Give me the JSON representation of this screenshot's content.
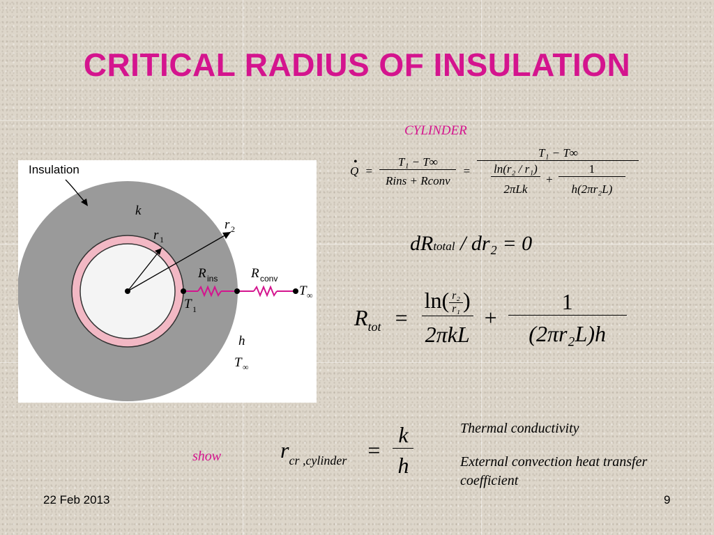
{
  "slide": {
    "title": "CRITICAL RADIUS OF INSULATION",
    "footer_date": "22 Feb 2013",
    "page_number": "9"
  },
  "figure": {
    "insulation_label": "Insulation",
    "k_label": "k",
    "r1_label": "r",
    "r1_sub": "1",
    "r2_label": "r",
    "r2_sub": "2",
    "rins_label": "R",
    "rins_sub": "ins",
    "rconv_label": "R",
    "rconv_sub": "conv",
    "t1_label": "T",
    "t1_sub": "1",
    "tinf_label": "T",
    "tinf_sub": "∞",
    "h_label": "h",
    "tinf2_label": "T",
    "tinf2_sub": "∞",
    "colors": {
      "insulation": "#9a9a9a",
      "pipe_wall": "#f2b8c4",
      "pipe_inner": "#f4f4f4",
      "resistor": "#d4148e"
    }
  },
  "equations": {
    "cylinder_label": "CYLINDER",
    "heat_rate": {
      "Q": "Q",
      "equals": "=",
      "num": "T₁ − T∞",
      "den": "Rins + Rconv",
      "num2": "T₁ − T∞",
      "ln_term": "ln(r₂ / r₁)",
      "ln_den": "2πLk",
      "plus": "+",
      "one": "1",
      "conv_den": "h(2πr₂L)"
    },
    "derivative": {
      "lhs": "dR",
      "sub": "total",
      "rest": "/ dr₂ = 0"
    },
    "r_total": {
      "lhs": "R",
      "sub": "tot",
      "equals": "=",
      "ln": "ln(",
      "r2": "r₂",
      "r1": "r₁",
      "close": ")",
      "den1": "2πkL",
      "plus": "+",
      "one": "1",
      "den2": "(2πr₂L)h"
    },
    "critical": {
      "lhs": "r",
      "sub": "cr ,cylinder",
      "equals": "=",
      "num": "k",
      "den": "h"
    }
  },
  "notes": {
    "k_meaning": "Thermal conductivity",
    "h_meaning": "External convection heat transfer coefficient",
    "show": "show"
  }
}
